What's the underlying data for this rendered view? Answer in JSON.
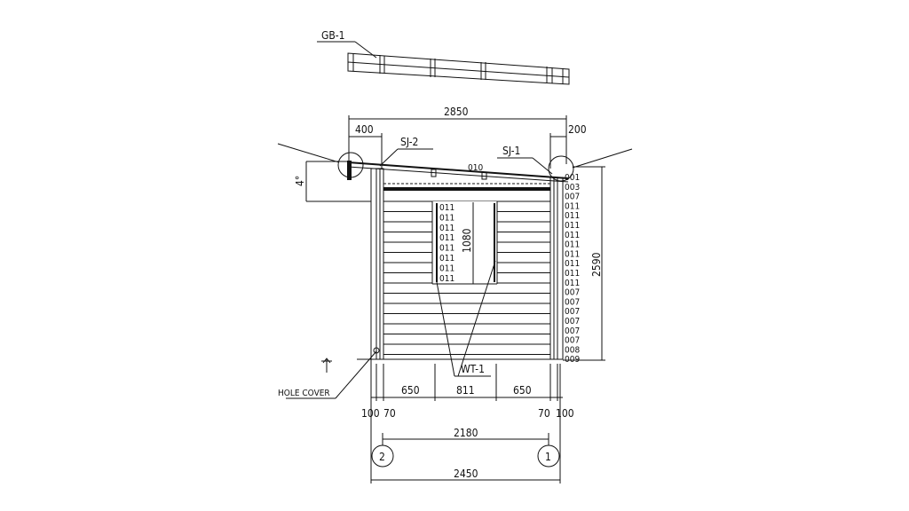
{
  "labels": {
    "gb1": "GB-1",
    "sj2": "SJ-2",
    "sj1": "SJ-1",
    "wt1": "WT-1",
    "hole_cover": "HOLE COVER",
    "roof_part": "010",
    "angle": "4°"
  },
  "dimensions": {
    "overall_roof": "2850",
    "left_overhang": "400",
    "right_overhang": "200",
    "height": "2590",
    "window_height": "1080",
    "left_panel": "650",
    "window_width": "811",
    "right_panel": "650",
    "left_outer": "100",
    "left_inner": "70",
    "right_inner": "70",
    "right_outer": "100",
    "axis_span": "2180",
    "overall_width": "2450"
  },
  "axes": [
    "2",
    "1"
  ],
  "window_log_labels": [
    "011",
    "011",
    "011",
    "011",
    "011",
    "011",
    "011",
    "011"
  ],
  "right_log_labels": [
    "001",
    "003",
    "007",
    "011",
    "011",
    "011",
    "011",
    "011",
    "011",
    "011",
    "011",
    "011",
    "007",
    "007",
    "007",
    "007",
    "007",
    "007",
    "008",
    "009"
  ]
}
